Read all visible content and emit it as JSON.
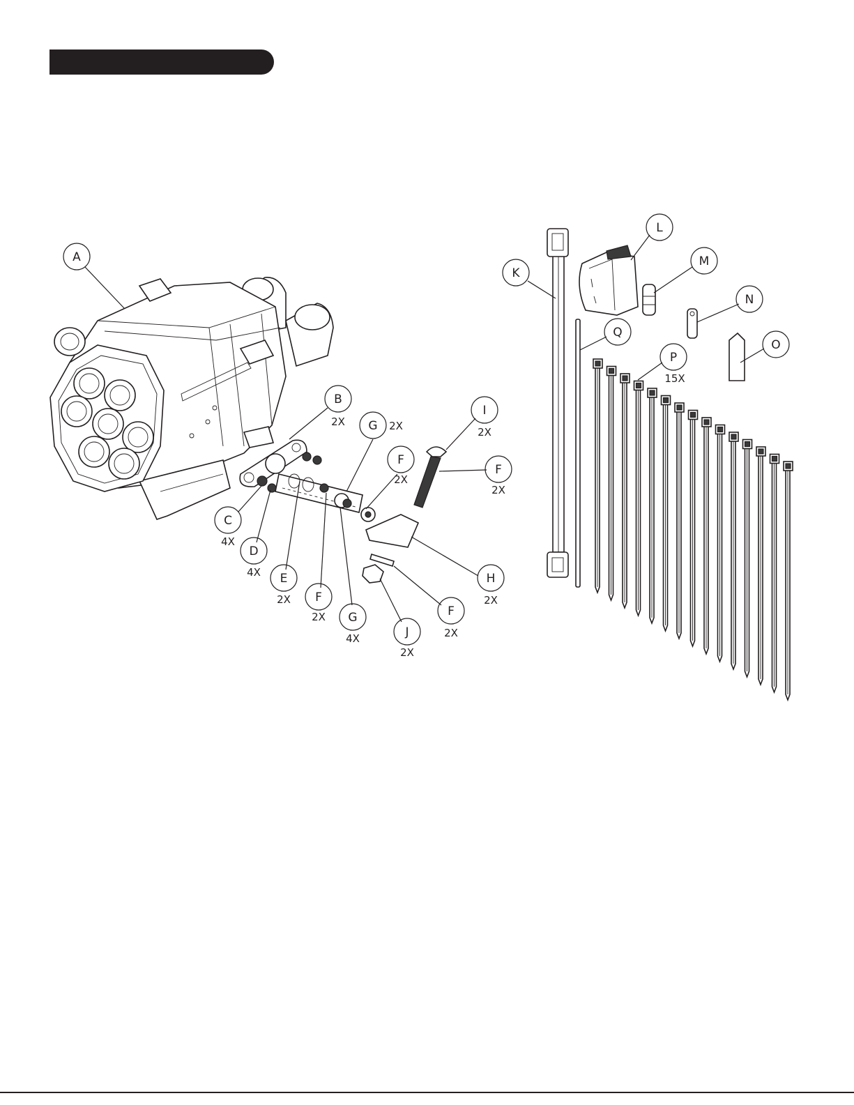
{
  "colors": {
    "ink": "#231f20",
    "paper": "#ffffff"
  },
  "header": {
    "title": ""
  },
  "callouts": {
    "A": {
      "letter": "A",
      "qty": ""
    },
    "B": {
      "letter": "B",
      "qty": "2X"
    },
    "C": {
      "letter": "C",
      "qty": "4X"
    },
    "D": {
      "letter": "D",
      "qty": "4X"
    },
    "E": {
      "letter": "E",
      "qty": "2X"
    },
    "F1": {
      "letter": "F",
      "qty": "2X"
    },
    "F2": {
      "letter": "F",
      "qty": "2X"
    },
    "F3": {
      "letter": "F",
      "qty": "2X"
    },
    "F4": {
      "letter": "F",
      "qty": "2X"
    },
    "G1": {
      "letter": "G",
      "qty": "2X"
    },
    "G2": {
      "letter": "G",
      "qty": "4X"
    },
    "H": {
      "letter": "H",
      "qty": "2X"
    },
    "I": {
      "letter": "I",
      "qty": "2X"
    },
    "J": {
      "letter": "J",
      "qty": "2X"
    },
    "K": {
      "letter": "K",
      "qty": ""
    },
    "L": {
      "letter": "L",
      "qty": ""
    },
    "M": {
      "letter": "M",
      "qty": ""
    },
    "N": {
      "letter": "N",
      "qty": ""
    },
    "O": {
      "letter": "O",
      "qty": ""
    },
    "P": {
      "letter": "P",
      "qty": "15X"
    },
    "Q": {
      "letter": "Q",
      "qty": ""
    }
  }
}
